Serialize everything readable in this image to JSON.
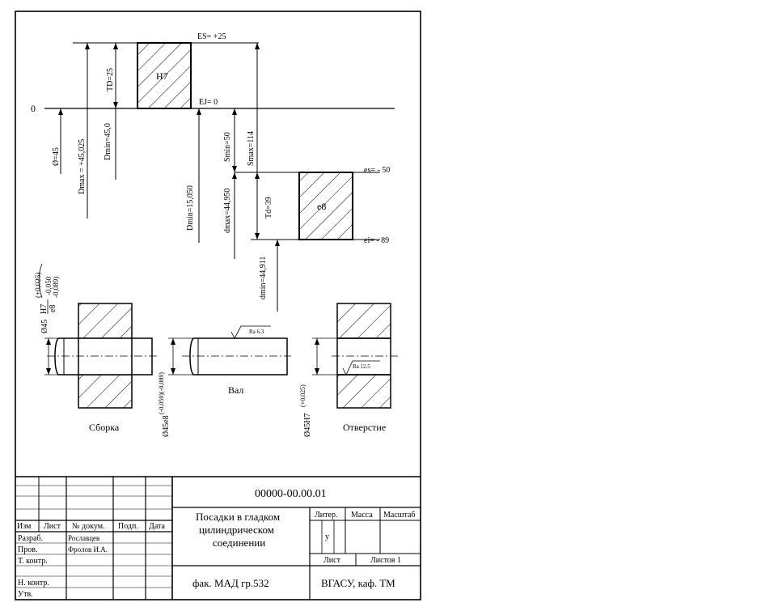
{
  "diagram": {
    "labels": {
      "zero": "0",
      "es_upper": "ES= +25",
      "ej_lower": "EJ= 0",
      "hole_field": "H7",
      "shaft_field": "e8",
      "td": "TD=25",
      "es_shaft": "es= - 50",
      "ei_shaft": "ei= - 89",
      "td_shaft": "Td=39",
      "smin": "Smin=50",
      "smax": "Smax=114",
      "dmax_shaft": "dmax=44,950",
      "dmin_shaft": "dmin=44,911",
      "dmin_hole": "Dmin=15,050",
      "nominal": "Ø=45",
      "dmin_val": "Dmin=45,0",
      "dmax_val": "Dmax = +45,025"
    },
    "views": {
      "assembly": "Сборка",
      "shaft": "Вал",
      "hole": "Отверстие"
    },
    "fits": {
      "assembly_nominal": "Ø45",
      "assembly_fit_top": "H7",
      "assembly_fit_bottom": "e8",
      "assembly_tol_hole": "(+0,025)",
      "assembly_tol_shaft_upper": "-0,050",
      "assembly_tol_shaft_lower": "-0,089)",
      "shaft_dim": "Ø45e8",
      "shaft_tol": "(-0,050)(-0,089)",
      "hole_dim": "Ø45H7",
      "hole_tol": "(+0,025)"
    },
    "roughness": {
      "shaft": "Ra 6.3",
      "hole": "Ra 12.5"
    }
  },
  "title_block": {
    "doc_number": "00000-00.00.01",
    "title_line1": "Посадки в гладком",
    "title_line2": "цилиндрическом",
    "title_line3": "соединении",
    "litera_header": "Литер.",
    "mass_header": "Масса",
    "scale_header": "Масштаб",
    "litera_value": "у",
    "sheet_label": "Лист",
    "sheets_label": "Листов 1",
    "headers": [
      "Изм",
      "Лист",
      "№ докум.",
      "Подп.",
      "Дата"
    ],
    "rows": [
      {
        "role": "Разраб.",
        "name": "Рославцев"
      },
      {
        "role": "Пров.",
        "name": "Фролов И.А."
      },
      {
        "role": "Т. контр.",
        "name": ""
      },
      {
        "role": "",
        "name": ""
      },
      {
        "role": "Н. контр.",
        "name": ""
      },
      {
        "role": "Утв.",
        "name": ""
      }
    ],
    "group": "фак. МАД гр.532",
    "org": "ВГАСУ, каф. ТМ"
  }
}
